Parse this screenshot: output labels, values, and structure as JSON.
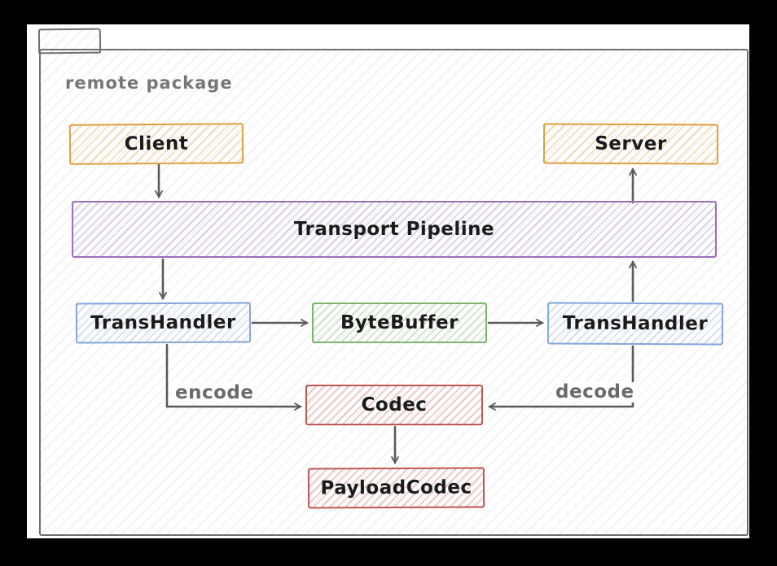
{
  "package": {
    "label": "remote package"
  },
  "nodes": {
    "client": {
      "label": "Client",
      "color": "orange"
    },
    "server": {
      "label": "Server",
      "color": "orange"
    },
    "transport_pipeline": {
      "label": "Transport Pipeline",
      "color": "purple"
    },
    "transhandler_left": {
      "label": "TransHandler",
      "color": "blue"
    },
    "bytebuffer": {
      "label": "ByteBuffer",
      "color": "green"
    },
    "transhandler_right": {
      "label": "TransHandler",
      "color": "blue"
    },
    "codec": {
      "label": "Codec",
      "color": "red"
    },
    "payload_codec": {
      "label": "PayloadCodec",
      "color": "red"
    }
  },
  "edges": {
    "client_to_pipeline": {
      "from": "client",
      "to": "transport_pipeline",
      "label": ""
    },
    "pipeline_to_server": {
      "from": "transport_pipeline",
      "to": "server",
      "label": ""
    },
    "pipeline_to_transhandler": {
      "from": "transport_pipeline",
      "to": "transhandler_left",
      "label": ""
    },
    "transhandler_to_bytebuffer": {
      "from": "transhandler_left",
      "to": "bytebuffer",
      "label": ""
    },
    "bytebuffer_to_transhandler": {
      "from": "bytebuffer",
      "to": "transhandler_right",
      "label": ""
    },
    "transhandler_to_pipeline": {
      "from": "transhandler_right",
      "to": "transport_pipeline",
      "label": ""
    },
    "encode": {
      "from": "transhandler_left",
      "to": "codec",
      "label": "encode"
    },
    "decode": {
      "from": "transhandler_right",
      "to": "codec",
      "label": "decode"
    },
    "codec_to_payload_codec": {
      "from": "codec",
      "to": "payload_codec",
      "label": ""
    }
  },
  "colors": {
    "orange": "#dd9f3d",
    "purple": "#9a6fbd",
    "blue": "#82a6d8",
    "green": "#7cb56b",
    "red": "#bf5650",
    "arrow": "#5b5b5b",
    "frame": "#6f6f6f",
    "label-gray": "#767676"
  }
}
